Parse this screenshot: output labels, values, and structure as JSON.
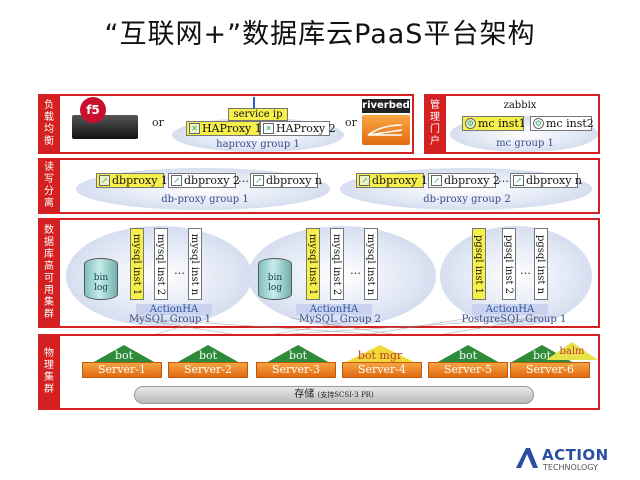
{
  "title": "“互联网+”数据库云PaaS平台架构",
  "layers": {
    "lb": "负载均衡",
    "mgmt": "管理门户",
    "rw": "读写分离",
    "ha": "数据库高可用集群",
    "phys": "物理集群"
  },
  "lb": {
    "f5_logo": "f5",
    "or1": "or",
    "or2": "or",
    "service_ip": "service ip",
    "haproxy1": "HAProxy 1",
    "haproxy2": "HAProxy 2",
    "group": "haproxy group 1",
    "riverbed": "riverbed"
  },
  "mgmt": {
    "zabbix": "zabbix",
    "inst1": "mc inst1",
    "inst2": "mc inst2",
    "group": "mc group 1"
  },
  "rw": {
    "g1": {
      "p1": "dbproxy 1",
      "p2": "dbproxy 2",
      "dots": "…",
      "pn": "dbproxy n",
      "group": "db-proxy group 1"
    },
    "g2": {
      "p1": "dbproxy 1",
      "p2": "dbproxy 2",
      "dots": "…",
      "pn": "dbproxy n",
      "group": "db-proxy group 2"
    }
  },
  "ha": {
    "g1": {
      "binlog1": "bin",
      "binlog2": "log",
      "i1": "mysql inst 1",
      "i2": "mysql inst 2",
      "dots": "…",
      "in": "mysql inst n",
      "ha": "ActionHA",
      "group": "MySQL Group 1"
    },
    "g2": {
      "binlog1": "bin",
      "binlog2": "log",
      "i1": "mysql inst 1",
      "i2": "mysql inst 2",
      "dots": "…",
      "in": "mysql inst n",
      "ha": "ActionHA",
      "group": "MySQL Group 2"
    },
    "g3": {
      "i1": "pgsql inst 1",
      "i2": "pgsql inst 2",
      "dots": "…",
      "in": "pgsql inst n",
      "ha": "ActionHA",
      "group": "PostgreSQL Group 1"
    }
  },
  "phys": {
    "servers": [
      "Server-1",
      "Server-2",
      "Server-3",
      "Server-4",
      "Server-5",
      "Server-6"
    ],
    "bots": [
      "bot",
      "bot",
      "bot",
      "bot mgr",
      "bot",
      "bot"
    ],
    "balm": "balm",
    "storage": "存储",
    "storage_note": "(支持SCSI-3 PR)"
  },
  "brand": {
    "name": "ACTION",
    "sub": "TECHNOLOGY"
  },
  "colors": {
    "accent": "#d42020",
    "yellow": "#f7ef4a",
    "server": "#e87a1c",
    "bot": "#2e8b3a"
  }
}
